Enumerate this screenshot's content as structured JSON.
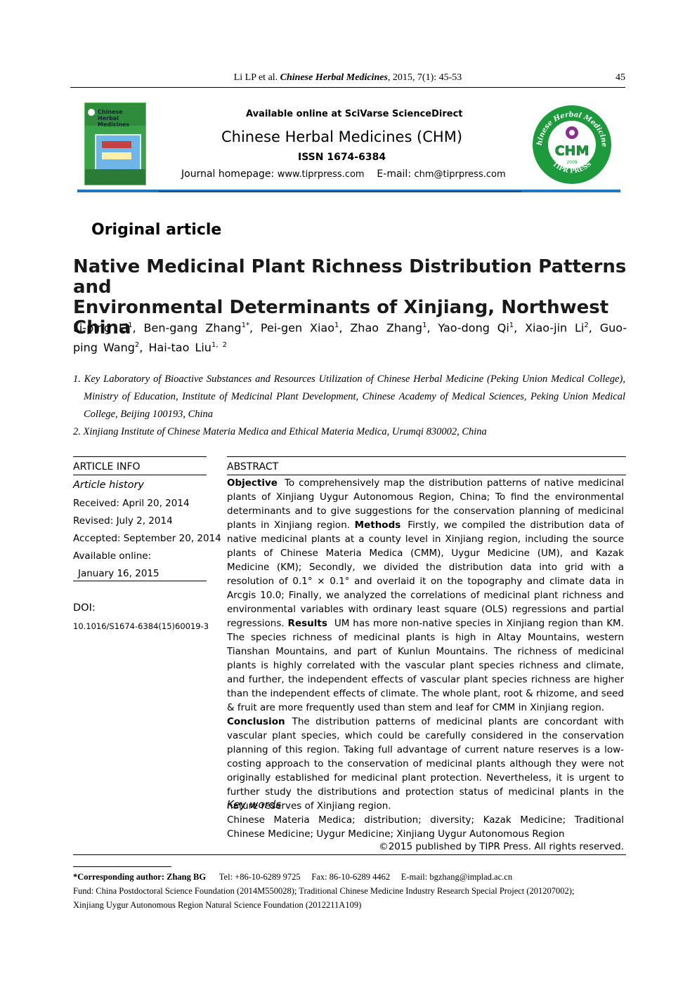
{
  "running_header": {
    "citation_prefix": "Li LP et al.",
    "journal": "Chinese Herbal Medicines",
    "citation_suffix": ", 2015, 7(1): 45-53",
    "page_number": "45"
  },
  "masthead": {
    "cover_title": "Chinese Herbal Medicines",
    "available_online": "Available online at SciVarse ScienceDirect",
    "journal_title": "Chinese Herbal Medicines (CHM)",
    "issn": "ISSN 1674-6384",
    "homepage_label": "Journal homepage:",
    "homepage_url": "www.tiprpress.com",
    "email_label": "E-mail:",
    "email": "chm@tiprpress.com",
    "logo_ring_text": "Chinese Herbal Medicines",
    "logo_center": "CHM",
    "logo_year": "2009",
    "logo_bottom": "TIPR PRESS",
    "accent_color": "#1f76c2",
    "logo_color": "#1c9a3c"
  },
  "article": {
    "type": "Original article",
    "title_line1": "Native Medicinal Plant Richness Distribution Patterns and",
    "title_line2": "Environmental Determinants of Xinjiang, Northwest China",
    "authors": [
      {
        "name": "Li-ping Li",
        "sup": "1"
      },
      {
        "name": "Ben-gang Zhang",
        "sup": "1*"
      },
      {
        "name": "Pei-gen Xiao",
        "sup": "1"
      },
      {
        "name": "Zhao Zhang",
        "sup": "1"
      },
      {
        "name": "Yao-dong Qi",
        "sup": "1"
      },
      {
        "name": "Xiao-jin Li",
        "sup": "2"
      },
      {
        "name": "Guo-ping Wang",
        "sup": "2"
      },
      {
        "name": "Hai-tao Liu",
        "sup": "1, 2"
      }
    ],
    "affiliations": [
      "1. Key Laboratory of Bioactive Substances and Resources Utilization of Chinese Herbal Medicine (Peking Union Medical College), Ministry of Education, Institute of Medicinal Plant Development, Chinese Academy of Medical Sciences, Peking Union Medical College, Beijing 100193, China",
      "2. Xinjiang Institute of Chinese Materia Medica and Ethical Materia Medica, Urumqi 830002, China"
    ]
  },
  "article_info": {
    "heading": "ARTICLE INFO",
    "history_label": "Article history",
    "received": "Received: April 20, 2014",
    "revised": "Revised: July 2, 2014",
    "accepted": "Accepted: September 20, 2014",
    "available_label": "Available online:",
    "available_date": "January 16, 2015",
    "doi_label": "DOI:",
    "doi": "10.1016/S1674-6384(15)60019-3"
  },
  "abstract": {
    "heading": "ABSTRACT",
    "objective_label": "Objective",
    "objective": "To comprehensively map the distribution patterns of native medicinal plants of Xinjiang Uygur Autonomous Region, China; To find the environmental determinants and to give suggestions for the conservation planning of medicinal plants in Xinjiang region.",
    "methods_label": "Methods",
    "methods": "Firstly, we compiled the distribution data of native medicinal plants at a county level in Xinjiang region, including the source plants of Chinese Materia Medica (CMM), Uygur Medicine (UM), and Kazak Medicine (KM); Secondly, we divided the distribution data into grid with a resolution of 0.1° × 0.1° and overlaid it on the topography and climate data in Arcgis 10.0; Finally, we analyzed the correlations of medicinal plant richness and environmental variables with ordinary least square (OLS) regressions and partial regressions.",
    "results_label": "Results",
    "results": "UM has more non-native species in Xinjiang region than KM. The species richness of medicinal plants is high in Altay Mountains, western Tianshan Mountains, and part of Kunlun Mountains. The richness of medicinal plants is highly correlated with the vascular plant species richness and climate, and further, the independent effects of vascular plant species richness are higher than the independent effects of climate. The whole plant, root & rhizome, and seed & fruit are more frequently used than stem and leaf for CMM in Xinjiang region.",
    "conclusion_label": "Conclusion",
    "conclusion": "The distribution patterns of medicinal plants are concordant with vascular plant species, which could be carefully considered in the conservation planning of this region. Taking full advantage of current nature reserves is a low-costing approach to the conservation of medicinal plants although they were not originally established for medicinal plant protection. Nevertheless, it is urgent to further study the distributions and protection status of medicinal plants in the nature reserves of Xinjiang region.",
    "keywords_label": "Key words",
    "keywords": "Chinese Materia Medica; distribution; diversity; Kazak Medicine; Traditional Chinese Medicine; Uygur Medicine; Xinjiang Uygur Autonomous Region",
    "copyright": "©2015 published by TIPR Press. All rights reserved."
  },
  "footnote": {
    "corresponding_label": "*Corresponding author: Zhang BG",
    "tel": "Tel: +86-10-6289 9725",
    "fax": "Fax: 86-10-6289 4462",
    "email": "E-mail: bgzhang@implad.ac.cn",
    "fund_line1": "Fund: China Postdoctoral Science Foundation (2014M550028); Traditional Chinese Medicine Industry Research Special Project (201207002);",
    "fund_line2": "Xinjiang Uygur Autonomous Region Natural Science Foundation (2012211A109)"
  }
}
